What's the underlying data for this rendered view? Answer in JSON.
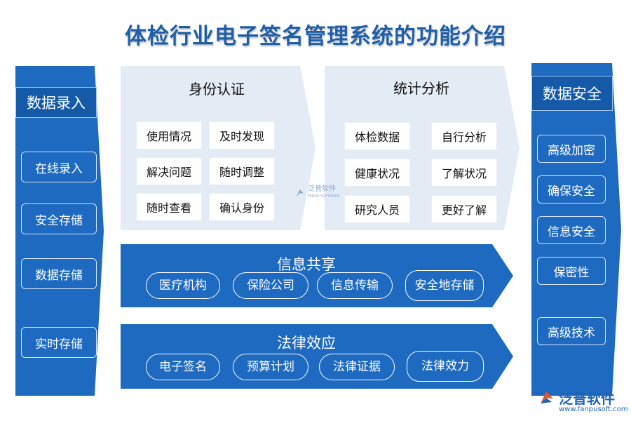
{
  "title": "体检行业电子签名管理系统的功能介绍",
  "left_column": {
    "heading": "数据录入",
    "items": [
      "在线录入",
      "安全存储",
      "数据存储",
      "实时存储"
    ]
  },
  "right_column": {
    "heading": "数据安全",
    "items": [
      "高级加密",
      "确保安全",
      "信息安全",
      "保密性",
      "高级技术"
    ]
  },
  "panel_identity": {
    "title": "身份认证",
    "cells": [
      "使用情况",
      "及时发现",
      "解决问题",
      "随时调整",
      "随时查看",
      "确认身份"
    ]
  },
  "panel_stats": {
    "title": "统计分析",
    "cells": [
      "体检数据",
      "自行分析",
      "健康状况",
      "了解状况",
      "研究人员",
      "更好了解"
    ]
  },
  "band_share": {
    "title": "信息共享",
    "items": [
      "医疗机构",
      "保险公司",
      "信息传输",
      "安全地存储"
    ]
  },
  "band_law": {
    "title": "法律效应",
    "items": [
      "电子签名",
      "预算计划",
      "法律证据",
      "法律效力"
    ]
  },
  "watermark": {
    "text": "泛普软件",
    "sub": "FANPU SOFTWARE"
  },
  "brand": {
    "name": "泛普软件",
    "url": "www.fanpusoft.com"
  },
  "colors": {
    "primary_blue": "#1e6ac0",
    "dark_blue": "#155aa8",
    "panel_bg": "#e3ebf4",
    "title_blue": "#1f5fa8"
  }
}
